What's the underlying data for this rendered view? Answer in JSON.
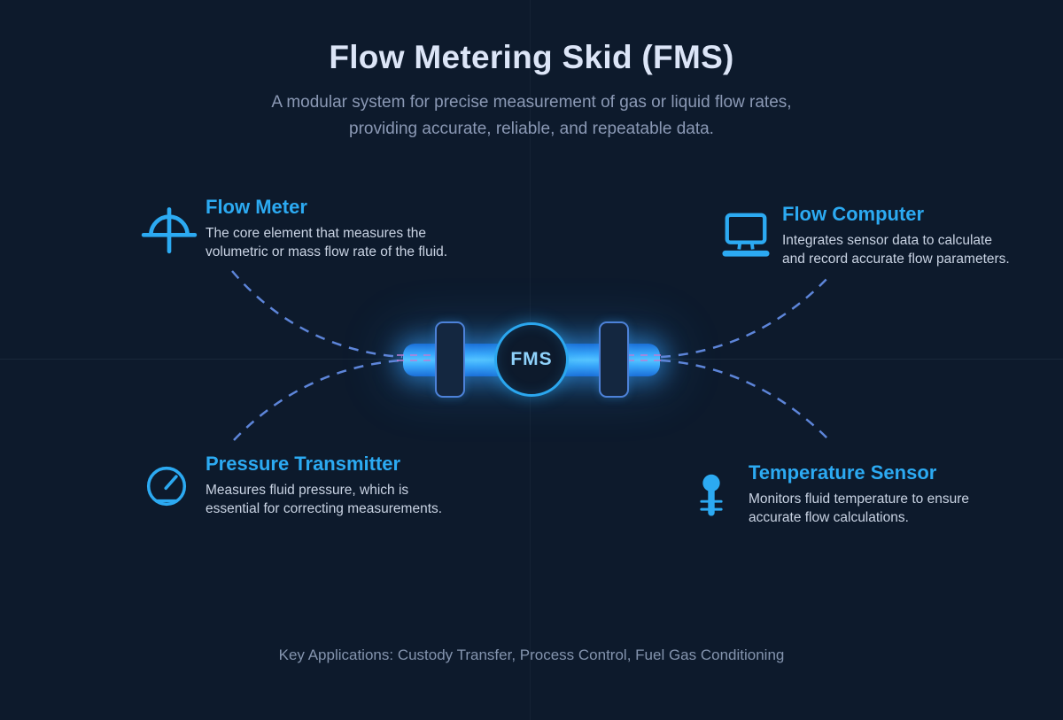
{
  "page": {
    "title": "Flow Metering Skid (FMS)",
    "subtitle_line1": "A modular system for precise measurement of gas or liquid flow rates,",
    "subtitle_line2": "providing accurate, reliable, and repeatable data.",
    "footer": "Key Applications: Custody Transfer, Process Control, Fuel Gas Conditioning"
  },
  "center": {
    "label": "FMS"
  },
  "components": [
    {
      "id": "flow-meter",
      "title": "Flow Meter",
      "description_line1": "The core element that measures the",
      "description_line2": "volumetric or mass flow rate of the fluid.",
      "icon": "flow-meter-gauge-icon"
    },
    {
      "id": "flow-computer",
      "title": "Flow Computer",
      "description_line1": "Integrates sensor data to calculate",
      "description_line2": "and record accurate flow parameters.",
      "icon": "monitor-icon"
    },
    {
      "id": "pressure-transmitter",
      "title": "Pressure Transmitter",
      "description_line1": "Measures fluid pressure, which is",
      "description_line2": "essential for correcting measurements.",
      "icon": "pressure-gauge-icon"
    },
    {
      "id": "temperature-sensor",
      "title": "Temperature Sensor",
      "description_line1": "Monitors fluid temperature to ensure",
      "description_line2": "accurate flow calculations.",
      "icon": "thermometer-icon"
    }
  ],
  "colors": {
    "background": "#0d1a2c",
    "title_text": "#dce5f7",
    "subtitle_text": "#8b99b5",
    "component_heading": "#2caaf2",
    "body_text": "#c9d3e3",
    "footer_text": "#8494ae",
    "icon_accent": "#2caaf2",
    "pipe_blue": "#39a7fa",
    "connector_dash": "#5d85d9"
  }
}
